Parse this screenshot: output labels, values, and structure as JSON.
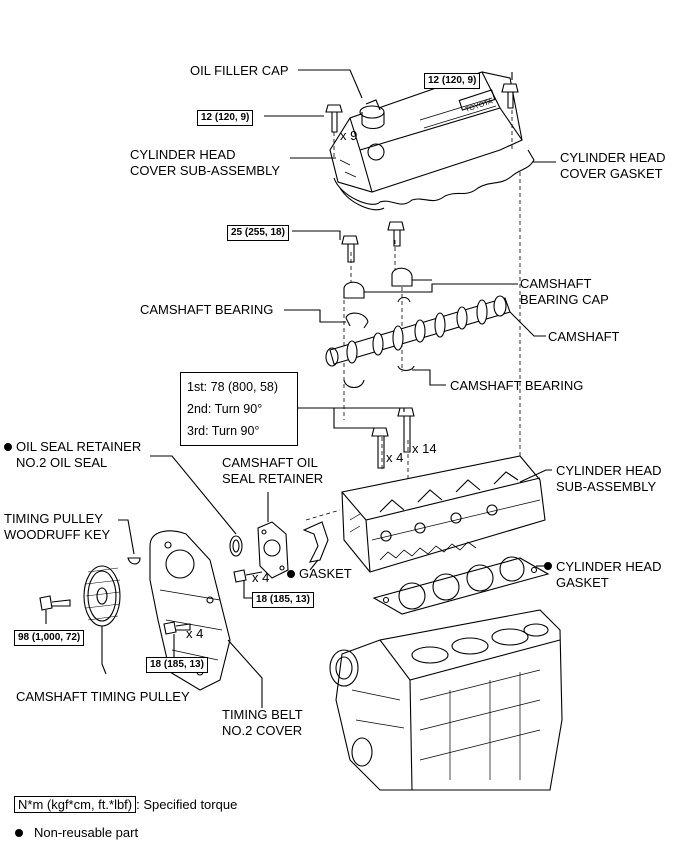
{
  "labels": {
    "oil_filler_cap": "OIL FILLER CAP",
    "cyl_head_cover_1": "CYLINDER HEAD",
    "cyl_head_cover_2": "COVER SUB-ASSEMBLY",
    "cyl_head_cover_gasket_1": "CYLINDER HEAD",
    "cyl_head_cover_gasket_2": "COVER GASKET",
    "camshaft_bearing_cap_1": "CAMSHAFT",
    "camshaft_bearing_cap_2": "BEARING CAP",
    "camshaft_bearing_upper": "CAMSHAFT BEARING",
    "camshaft": "CAMSHAFT",
    "camshaft_bearing_lower": "CAMSHAFT BEARING",
    "oil_seal_1": "OIL SEAL RETAINER",
    "oil_seal_2": "NO.2 OIL SEAL",
    "camshaft_oil_seal_retainer_1": "CAMSHAFT OIL",
    "camshaft_oil_seal_retainer_2": "SEAL RETAINER",
    "cyl_head_sub_1": "CYLINDER HEAD",
    "cyl_head_sub_2": "SUB-ASSEMBLY",
    "woodruff_1": "TIMING PULLEY",
    "woodruff_2": "WOODRUFF KEY",
    "gasket": "GASKET",
    "cyl_head_gasket_1": "CYLINDER HEAD",
    "cyl_head_gasket_2": "GASKET",
    "camshaft_timing_pulley": "CAMSHAFT TIMING PULLEY",
    "timing_belt_1": "TIMING BELT",
    "timing_belt_2": "NO.2 COVER"
  },
  "counts": {
    "x9": "x 9",
    "x4_a": "x 4",
    "x14": "x 14",
    "x4_b": "x 4",
    "x4_c": "x 4"
  },
  "torques": {
    "t_cover_left": "12 (120, 9)",
    "t_cover_right": "12 (120, 9)",
    "t_bearing_cap": "25 (255, 18)",
    "t_retainer": "18 (185, 13)",
    "t_pulley": "98 (1,000, 72)",
    "t_belt_cover": "18 (185, 13)"
  },
  "head_bolt_steps": [
    "1st: 78 (800, 58)",
    "2nd: Turn 90°",
    "3rd: Turn 90°"
  ],
  "legend": {
    "torque_key": "N*m (kgf*cm, ft.*lbf)",
    "torque_desc": ": Specified torque",
    "nonreusable_desc": "Non-reusable part"
  }
}
